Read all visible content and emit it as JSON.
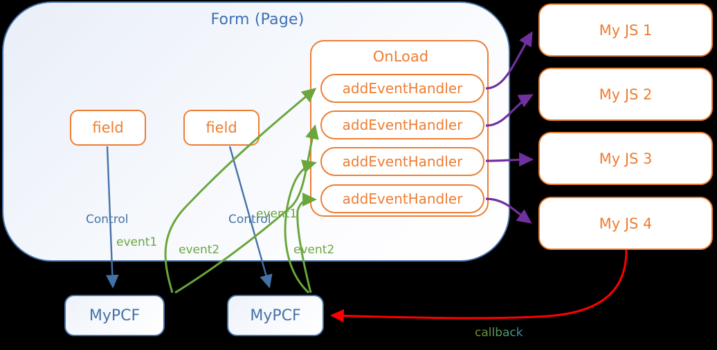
{
  "diagram": {
    "title": "PCF / Form event wiring diagram",
    "colors": {
      "form_border": "#4472a8",
      "orange": "#ed7d31",
      "blue": "#4472a8",
      "green": "#6aa63b",
      "purple": "#7030a0",
      "red": "#ff0000"
    }
  },
  "form": {
    "title": "Form (Page)",
    "fields": [
      {
        "label": "field"
      },
      {
        "label": "field"
      }
    ],
    "onload": {
      "title": "OnLoad",
      "handlers": [
        {
          "label": "addEventHandler"
        },
        {
          "label": "addEventHandler"
        },
        {
          "label": "addEventHandler"
        },
        {
          "label": "addEventHandler"
        }
      ]
    }
  },
  "scripts": [
    {
      "label": "My JS 1"
    },
    {
      "label": "My JS 2"
    },
    {
      "label": "My JS 3"
    },
    {
      "label": "My JS 4"
    }
  ],
  "controls": [
    {
      "label": "MyPCF"
    },
    {
      "label": "MyPCF"
    }
  ],
  "edge_labels": {
    "control_1": "Control",
    "control_2": "Control",
    "event1_a": "event1",
    "event2_a": "event2",
    "event1_b": "event1",
    "event2_b": "event2",
    "callback": "callback"
  }
}
